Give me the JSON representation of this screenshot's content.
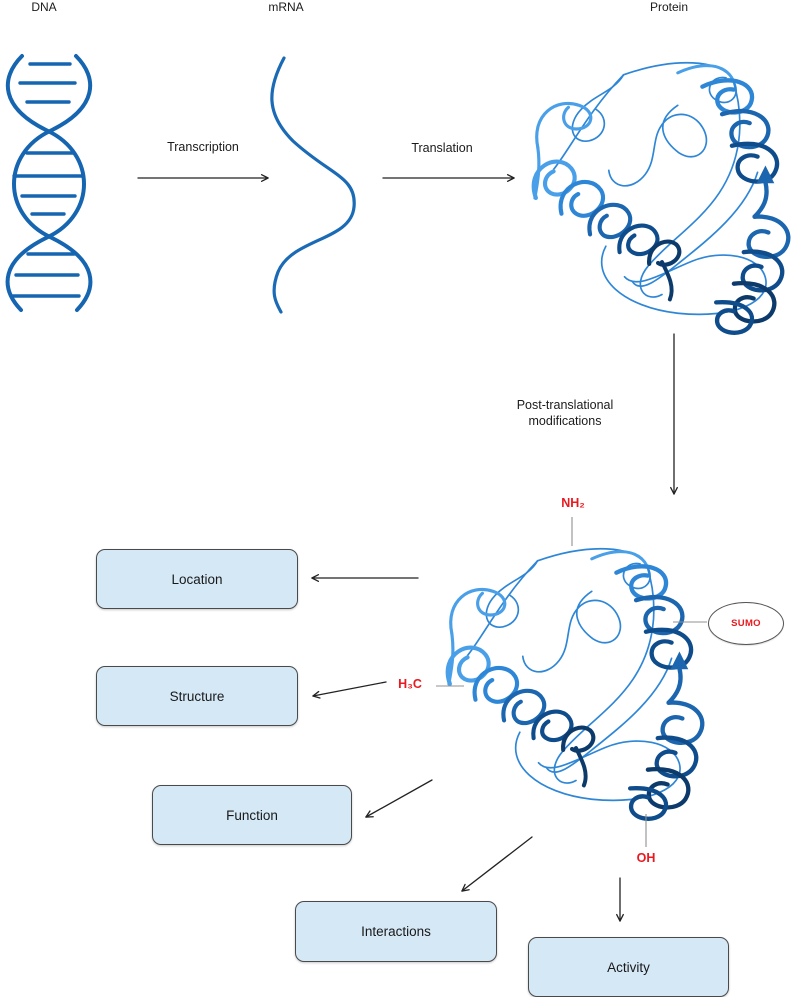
{
  "title_labels": {
    "dna": "DNA",
    "mrna": "mRNA",
    "protein": "Protein"
  },
  "process_labels": {
    "transcription": "Transcription",
    "translation": "Translation",
    "ptm_line1": "Post-translational",
    "ptm_line2": "modifications"
  },
  "modification_labels": {
    "amine": "NH₂",
    "sumo": "SUMO",
    "methyl": "H₃C",
    "hydroxyl": "OH"
  },
  "outcome_labels": {
    "location": "Location",
    "structure": "Structure",
    "function": "Function",
    "interactions": "Interactions",
    "activity": "Activity"
  },
  "colors": {
    "dna_blue": "#1565b0",
    "strand_blue": "#2e86d6",
    "coil_light": "#4aa0e8",
    "coil_dark": "#0c3a6b",
    "red_label": "#e8191f",
    "box_fill": "#d5e8f6",
    "box_border": "#4a4a4a",
    "arrow_black": "#222222",
    "connector_gray": "#909090"
  }
}
